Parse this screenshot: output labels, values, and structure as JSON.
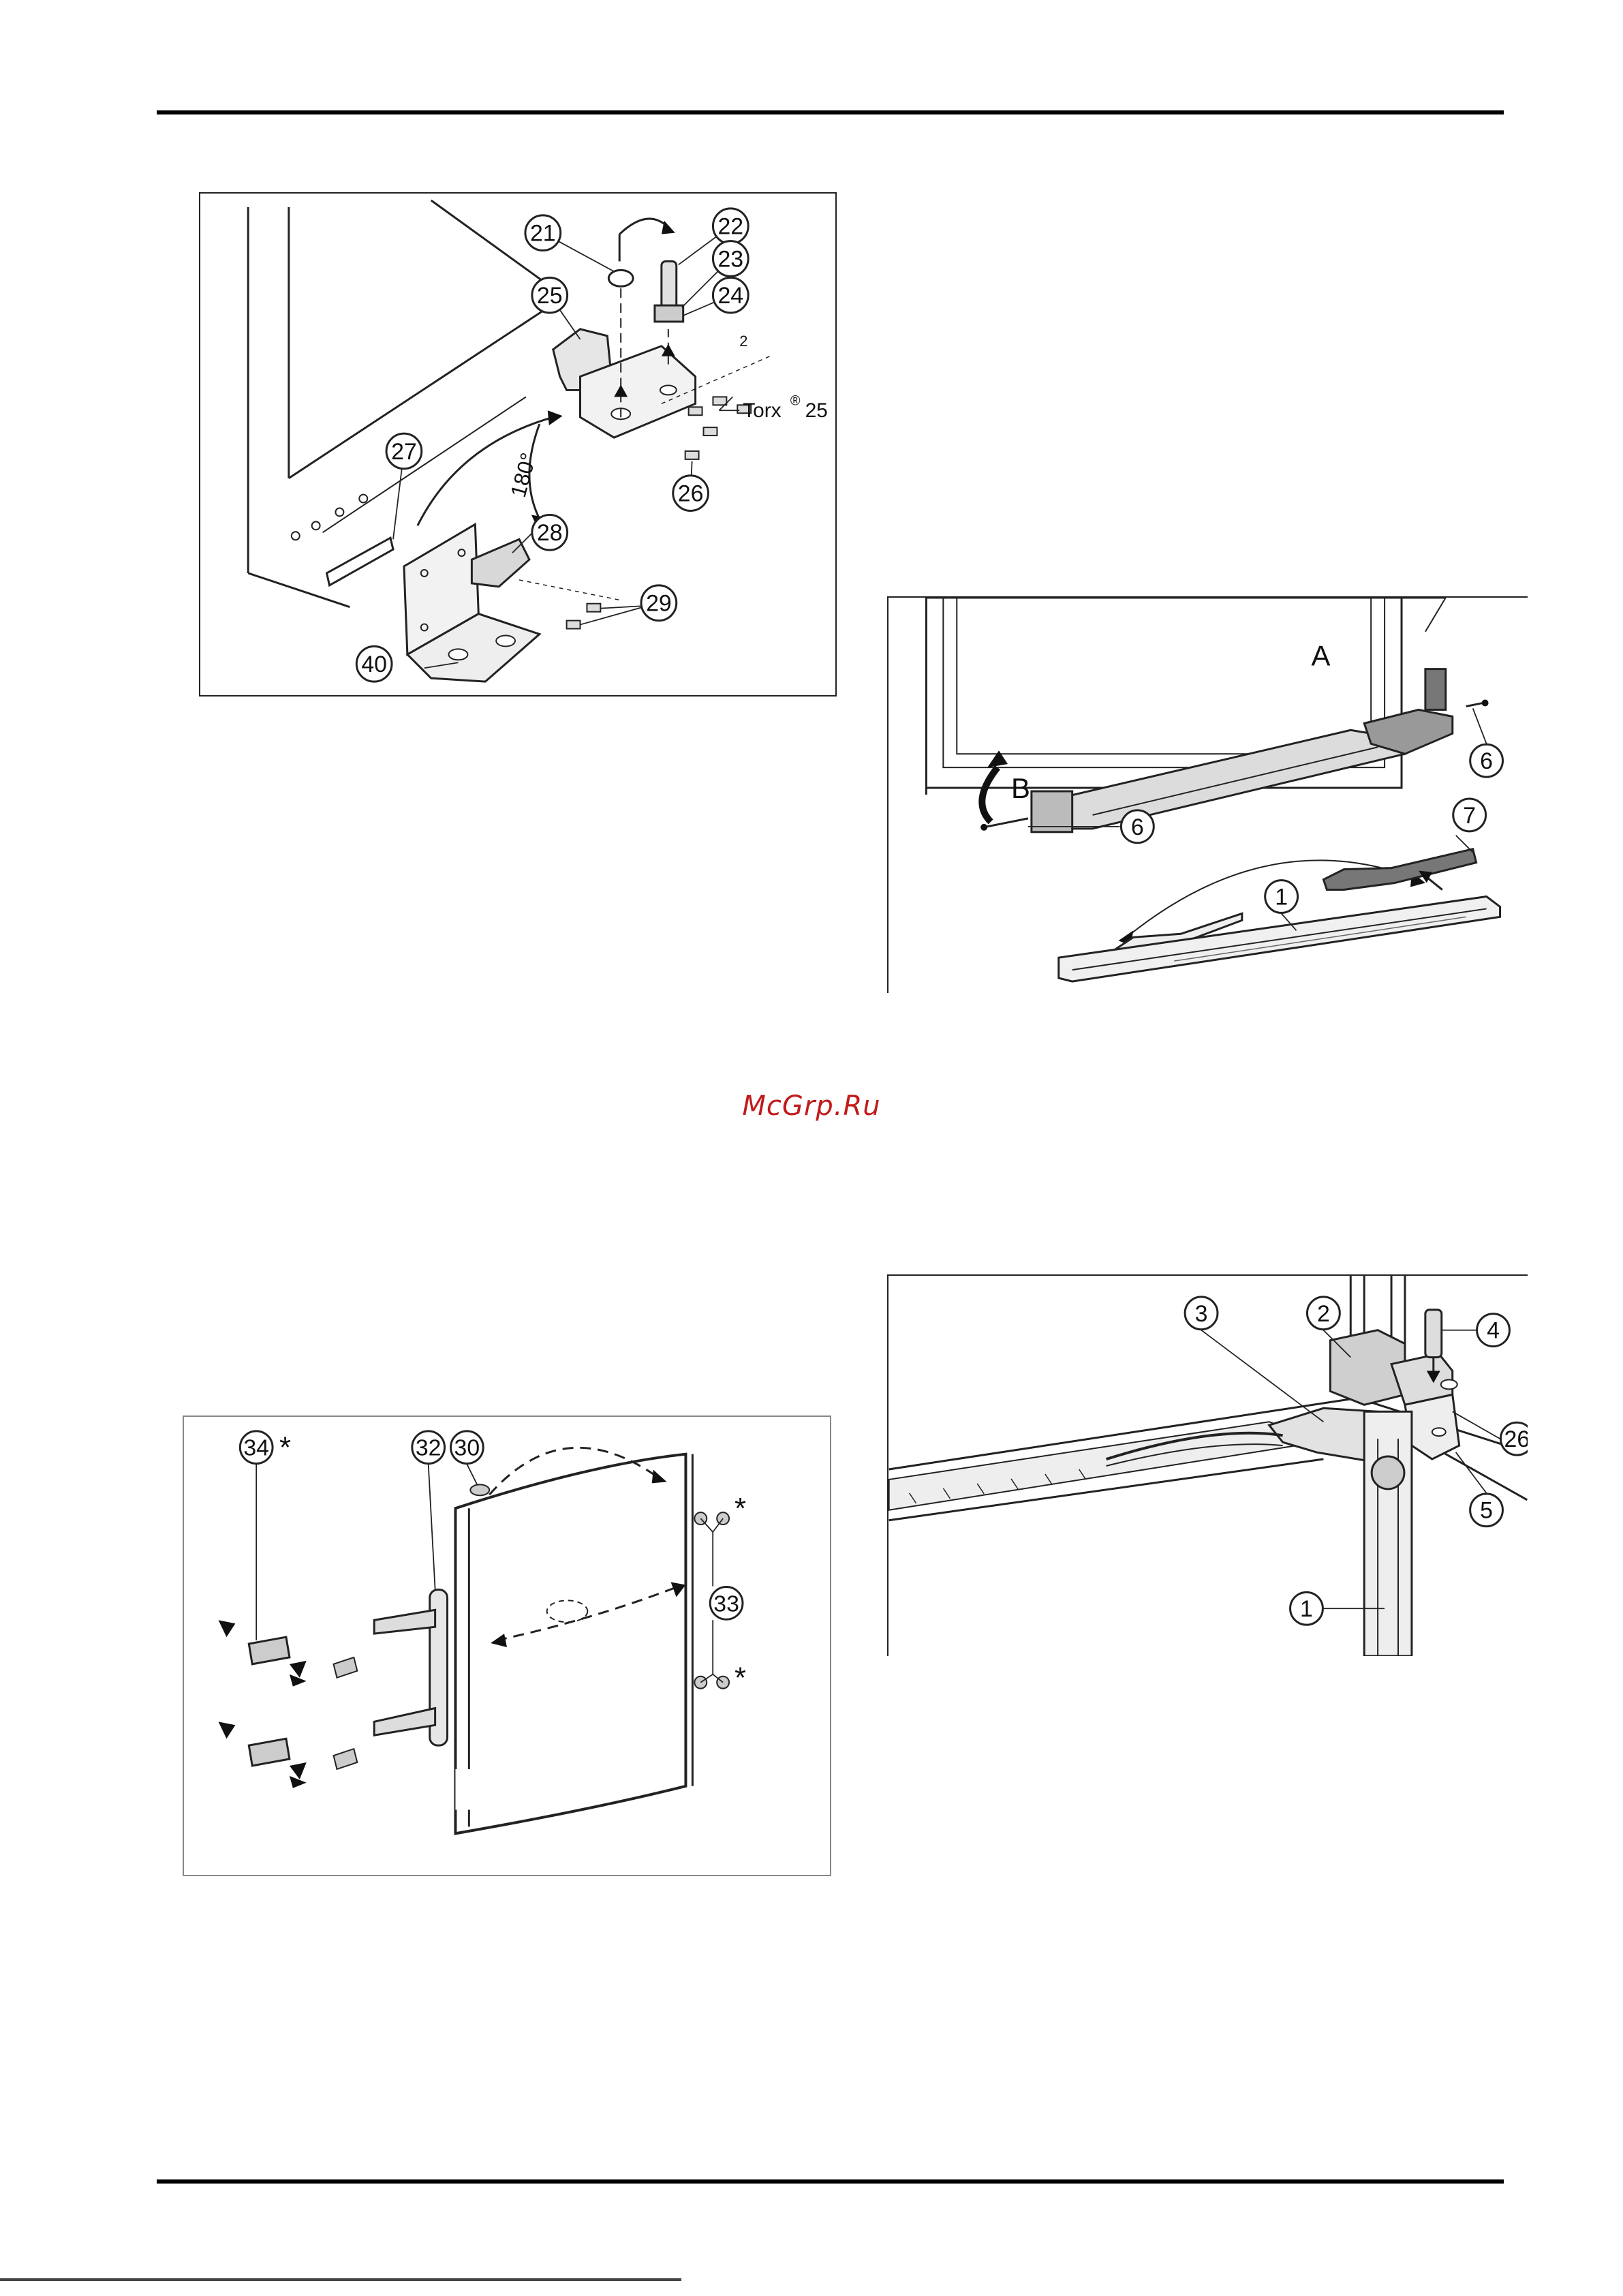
{
  "watermark": "McGrp.Ru",
  "figure1": {
    "callouts": [
      "21",
      "22",
      "23",
      "24",
      "25",
      "26",
      "27",
      "28",
      "29",
      "40"
    ],
    "torx_label": "Torx",
    "torx_size": "25",
    "torx_sup": "®",
    "angle_label": "180°",
    "small_label": "2"
  },
  "figure2": {
    "callouts": [
      "6",
      "6",
      "7",
      "1"
    ],
    "letters": [
      "A",
      "B"
    ]
  },
  "figure3": {
    "callouts": [
      "34",
      "32",
      "30",
      "33"
    ],
    "asterisk": "*"
  },
  "figure4": {
    "callouts": [
      "2",
      "3",
      "4",
      "26",
      "5",
      "1"
    ]
  }
}
